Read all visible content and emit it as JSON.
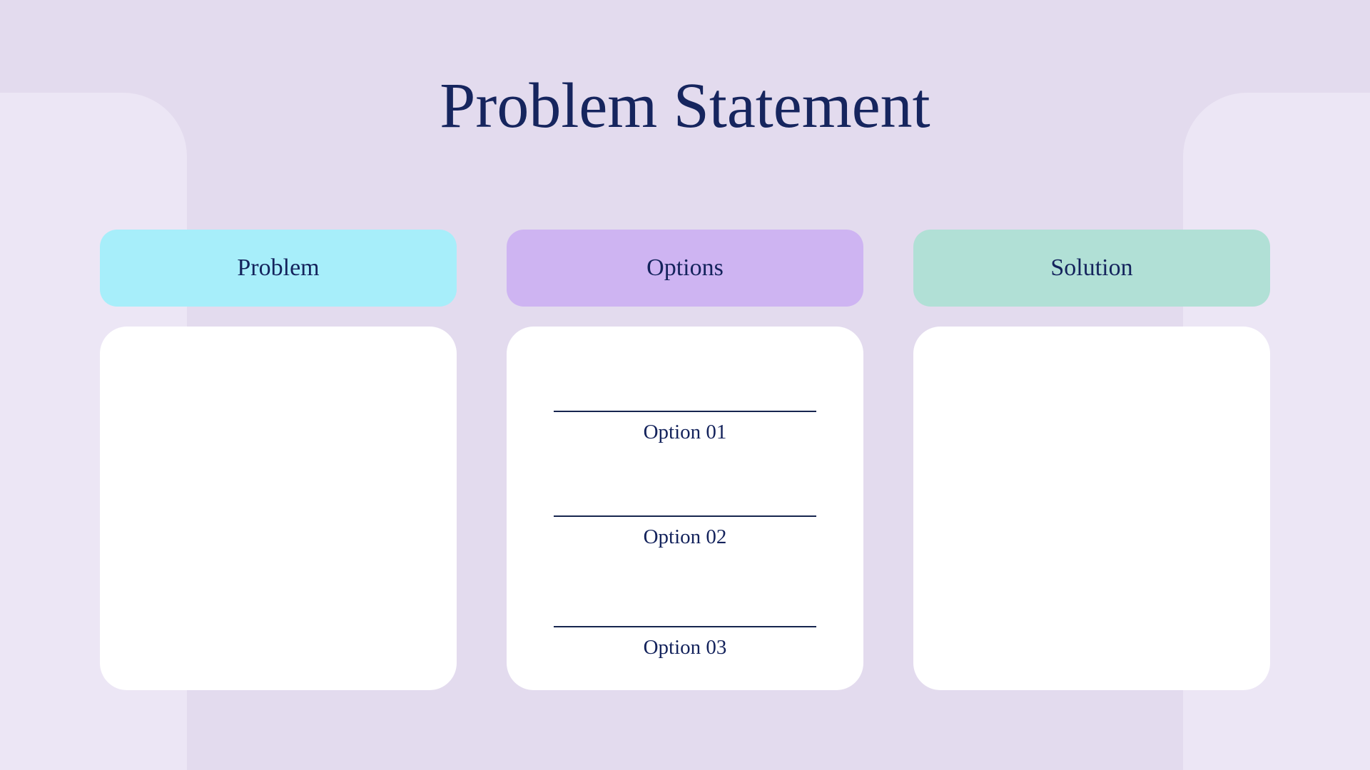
{
  "page": {
    "title": "Problem Statement"
  },
  "colors": {
    "background": "#E3DBEE",
    "side_panel": "#ECE6F5",
    "card": "#FFFFFF",
    "text_navy": "#14235C",
    "divider_navy": "#16254E",
    "problem_header": "#A7EEFA",
    "options_header": "#CEB4F2",
    "solution_header": "#B1E0D6"
  },
  "columns": [
    {
      "id": "problem",
      "label": "Problem",
      "header_color": "#A7EEFA",
      "items": []
    },
    {
      "id": "options",
      "label": "Options",
      "header_color": "#CEB4F2",
      "items": [
        "Option 01",
        "Option 02",
        "Option 03"
      ]
    },
    {
      "id": "solution",
      "label": "Solution",
      "header_color": "#B1E0D6",
      "items": []
    }
  ]
}
